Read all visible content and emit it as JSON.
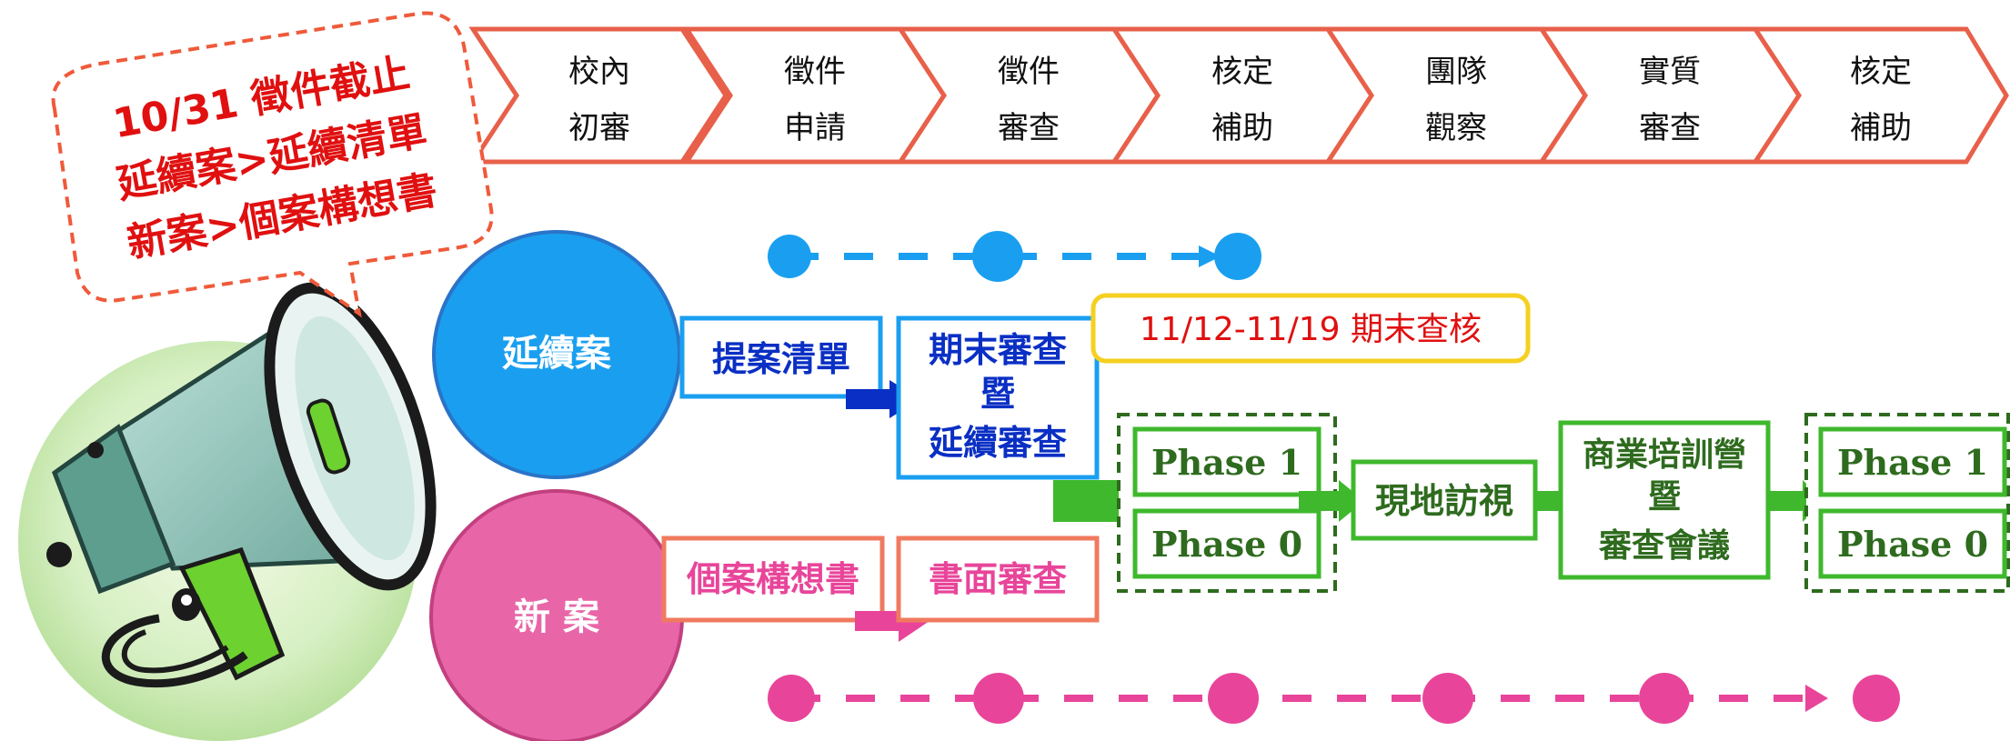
{
  "announcement": {
    "lines": [
      "10/31 徵件截止",
      "延續案>延續清單",
      "新案>個案構想書"
    ]
  },
  "steps": [
    {
      "line1": "校內",
      "line2": "初審"
    },
    {
      "line1": "徵件",
      "line2": "申請"
    },
    {
      "line1": "徵件",
      "line2": "審查"
    },
    {
      "line1": "核定",
      "line2": "補助"
    },
    {
      "line1": "團隊",
      "line2": "觀察"
    },
    {
      "line1": "實質",
      "line2": "審查"
    },
    {
      "line1": "核定",
      "line2": "補助"
    }
  ],
  "continuing": {
    "circle_label": "延續案",
    "proposal_list": "提案清單",
    "final_review_lines": [
      "期末審查",
      "暨",
      "延續審查"
    ],
    "final_check_note": "11/12-11/19 期末查核"
  },
  "new_case": {
    "circle_label": "新 案",
    "concept_doc": "個案構想書",
    "written_review": "書面審查"
  },
  "phases_first": {
    "top": "Phase 1",
    "bottom": "Phase 0"
  },
  "site_visit": "現地訪視",
  "training_camp_lines": [
    "商業培訓營",
    "暨",
    "審查會議"
  ],
  "phases_second": {
    "top": "Phase 1",
    "bottom": "Phase 0"
  },
  "colors": {
    "chevron_stroke": "#e8604a",
    "blue": "#1a9ff0",
    "dark_blue": "#0a2fc4",
    "pink": "#e8459a",
    "salmon": "#f07a5f",
    "green": "#3fb82d",
    "dark_green": "#2e6b1e",
    "red_text": "#e01010",
    "yellow": "#f5d020"
  }
}
